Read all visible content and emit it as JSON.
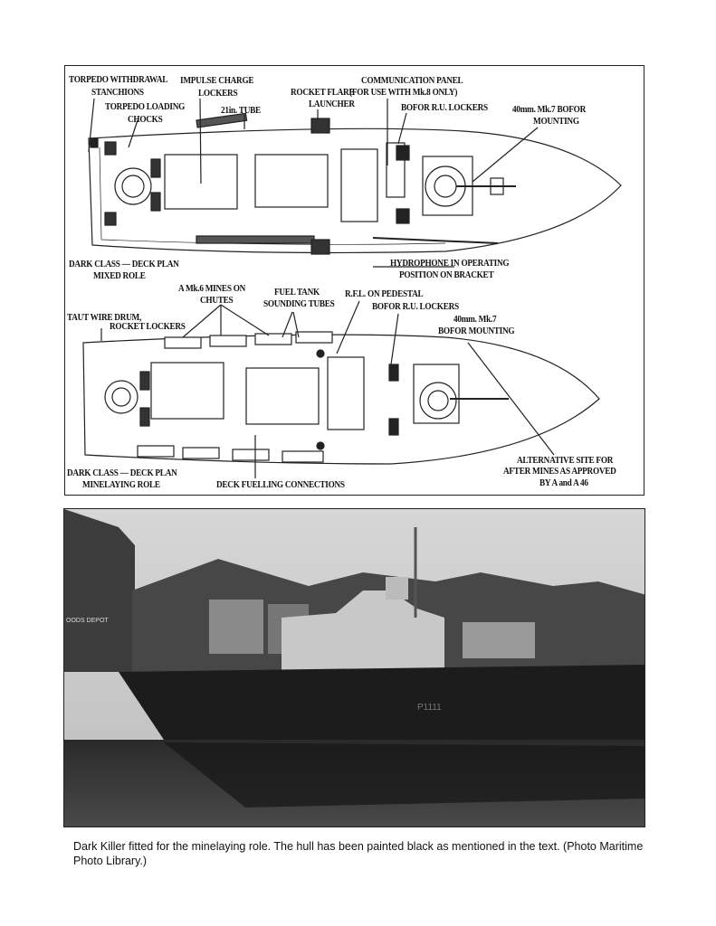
{
  "diagram": {
    "top_plan": {
      "title_line1": "DARK CLASS — DECK PLAN",
      "title_line2": "MIXED ROLE",
      "labels": {
        "torpedo_withdrawal_1": "TORPEDO WITHDRAWAL",
        "torpedo_withdrawal_2": "STANCHIONS",
        "impulse_1": "IMPULSE CHARGE",
        "impulse_2": "LOCKERS",
        "loading_1": "TORPEDO LOADING",
        "loading_2": "CHOCKS",
        "tube": "21in. TUBE",
        "flare_1": "ROCKET FLARE",
        "flare_2": "LAUNCHER",
        "comm_1": "COMMUNICATION PANEL",
        "comm_2": "(FOR USE WITH Mk.8 ONLY)",
        "bofor_lockers": "BOFOR R.U. LOCKERS",
        "bofor_1": "40mm. Mk.7 BOFOR",
        "bofor_2": "MOUNTING",
        "hydro_1": "HYDROPHONE IN OPERATING",
        "hydro_2": "POSITION ON BRACKET"
      }
    },
    "bottom_plan": {
      "title_line1": "DARK CLASS — DECK PLAN",
      "title_line2": "MINELAYING ROLE",
      "labels": {
        "mines_1": "A Mk.6 MINES ON",
        "mines_2": "CHUTES",
        "fuel_1": "FUEL TANK",
        "fuel_2": "SOUNDING TUBES",
        "rfl": "R.F.L. ON PEDESTAL",
        "bofor_lockers": "BOFOR R.U. LOCKERS",
        "taut": "TAUT WIRE DRUM,",
        "rocket": "ROCKET LOCKERS",
        "bofor_1": "40mm. Mk.7",
        "bofor_2": "BOFOR MOUNTING",
        "alt_1": "ALTERNATIVE SITE FOR",
        "alt_2": "AFTER MINES AS APPROVED",
        "alt_3": "BY A and A 46",
        "fuelling": "DECK FUELLING  CONNECTIONS"
      }
    }
  },
  "photo": {
    "sign_text": "OODS DEPOT",
    "hull_number": "P1111"
  },
  "caption": "Dark Killer fitted for the minelaying role. The hull has been painted black as mentioned in the text. (Photo Maritime Photo Library.)"
}
